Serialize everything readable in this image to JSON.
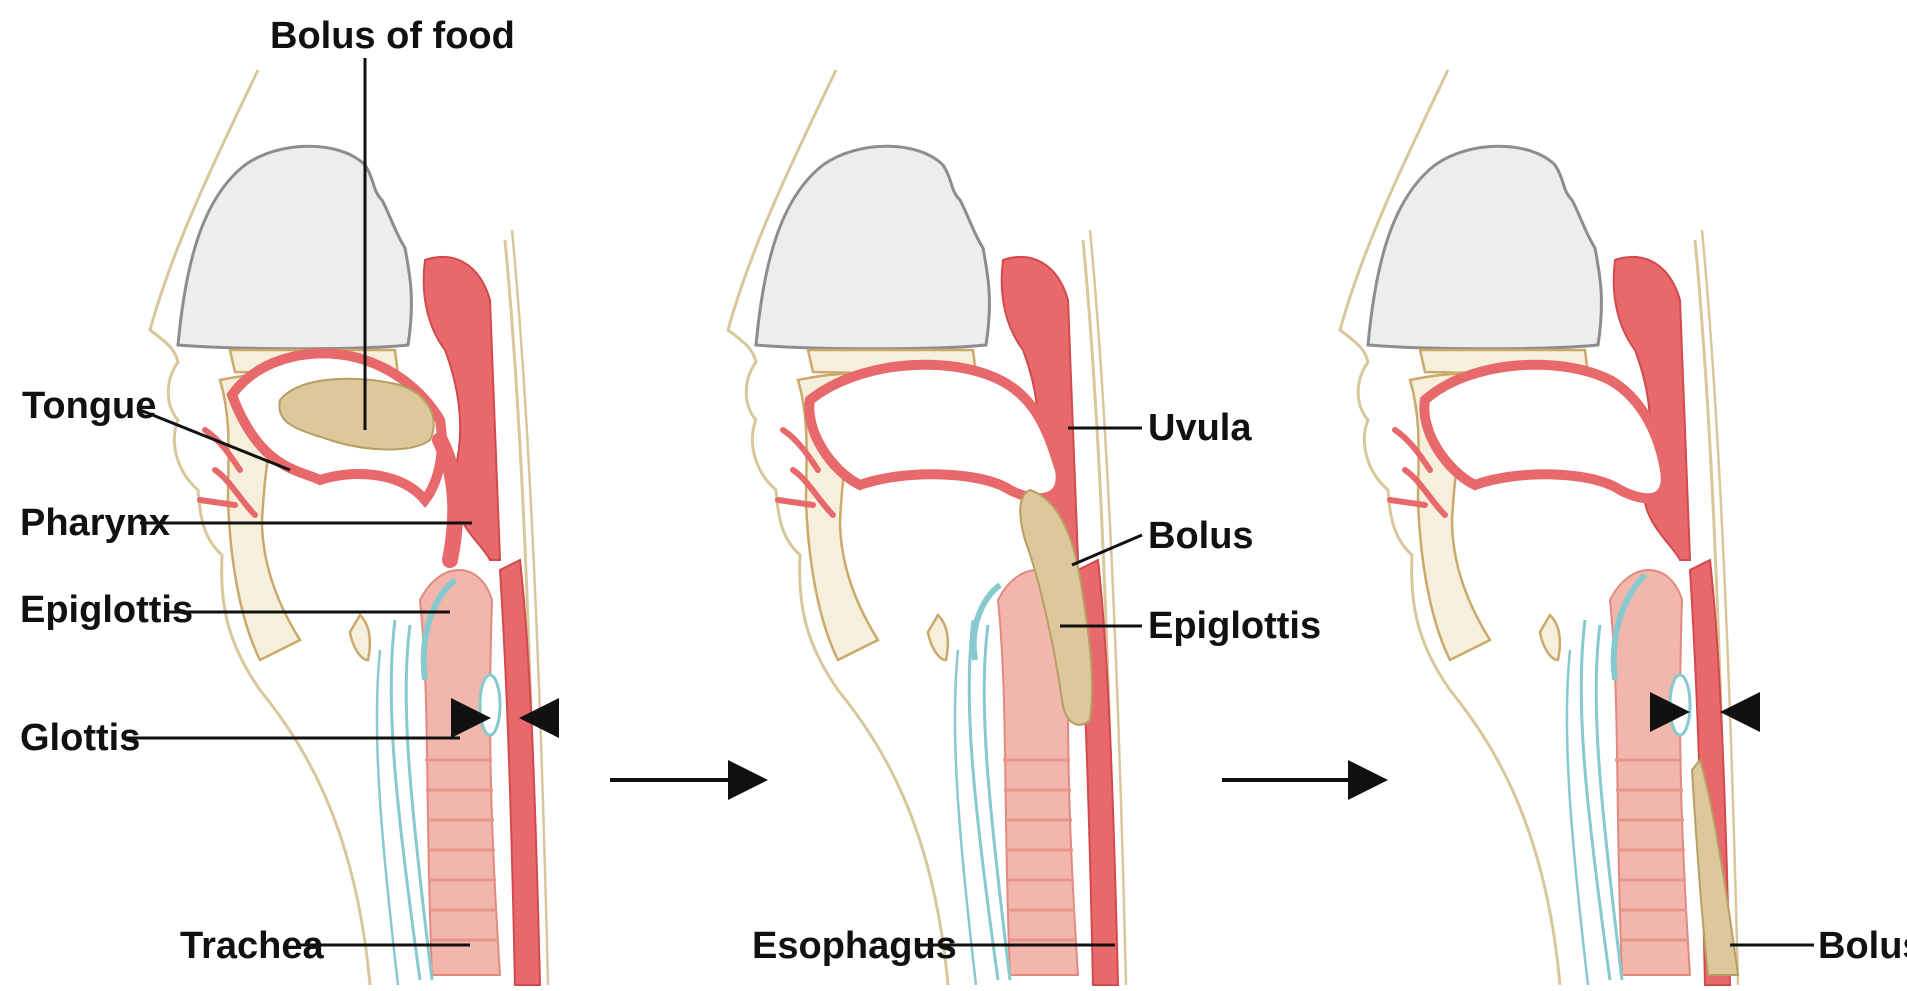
{
  "colors": {
    "skin_outline": "#d8c79a",
    "skull": "#ededed",
    "tissue_red": "#e8696b",
    "tissue_pink": "#f2b6ad",
    "bolus": "#dcc89b",
    "cartilage": "#86c9cf",
    "bone_fill": "#f6efdc",
    "line": "#111111"
  },
  "panels": [
    {
      "id": "panel-1",
      "labels": {
        "bolus_of_food": "Bolus of food",
        "tongue": "Tongue",
        "pharynx": "Pharynx",
        "epiglottis": "Epiglottis",
        "glottis": "Glottis",
        "trachea": "Trachea"
      }
    },
    {
      "id": "panel-2",
      "labels": {
        "uvula": "Uvula",
        "bolus": "Bolus",
        "epiglottis": "Epiglottis",
        "esophagus": "Esophagus"
      }
    },
    {
      "id": "panel-3",
      "labels": {
        "bolus": "Bolus"
      }
    }
  ],
  "arrows": [
    "step-1-to-2",
    "step-2-to-3"
  ]
}
